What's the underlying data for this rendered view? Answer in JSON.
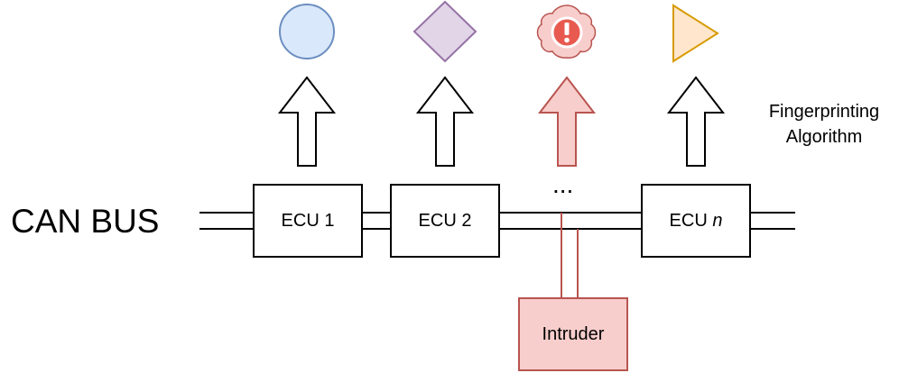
{
  "bus": {
    "label": "CAN BUS"
  },
  "ecus": [
    {
      "name": "ECU 1",
      "signature_shape": "circle",
      "signature_fill": "#dae8fc",
      "signature_stroke": "#6c8ebf"
    },
    {
      "name": "ECU 2",
      "signature_shape": "diamond",
      "signature_fill": "#e1d5e7",
      "signature_stroke": "#9673a6"
    },
    {
      "name": "ECU",
      "name_suffix": "n",
      "signature_shape": "triangle",
      "signature_fill": "#ffe6cc",
      "signature_stroke": "#d79b00"
    }
  ],
  "ellipsis": "...",
  "intruder": {
    "label": "Intruder",
    "fill": "#f8cecc",
    "stroke": "#b85450",
    "signature_shape": "alert-blob",
    "signature_mark": "!"
  },
  "algorithm": {
    "label_line1": "Fingerprinting",
    "label_line2": "Algorithm"
  },
  "colors": {
    "line": "#000000",
    "intruder_line": "#b85450",
    "alert_red": "#e85a4f"
  }
}
